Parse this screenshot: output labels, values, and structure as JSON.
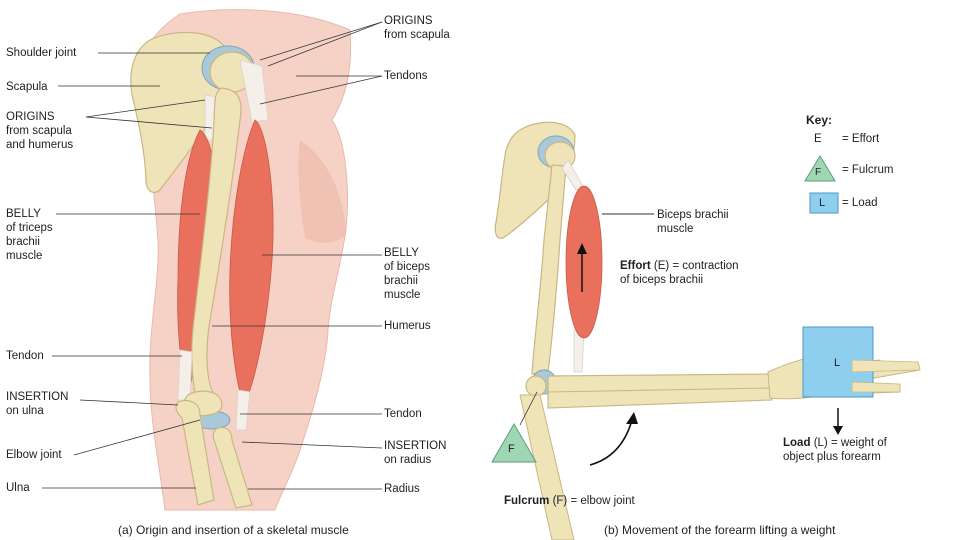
{
  "panel_a": {
    "caption": "(a) Origin and insertion of a skeletal muscle",
    "labels": {
      "shoulder_joint": "Shoulder joint",
      "scapula": "Scapula",
      "origins_scapula_humerus_1": "ORIGINS",
      "origins_scapula_humerus_2": "from scapula",
      "origins_scapula_humerus_3": "and humerus",
      "belly_triceps_1": "BELLY",
      "belly_triceps_2": "of triceps",
      "belly_triceps_3": "brachii",
      "belly_triceps_4": "muscle",
      "tendon_left": "Tendon",
      "insertion_ulna_1": "INSERTION",
      "insertion_ulna_2": "on ulna",
      "elbow_joint": "Elbow joint",
      "ulna": "Ulna",
      "origins_scapula_1": "ORIGINS",
      "origins_scapula_2": "from scapula",
      "tendons": "Tendons",
      "belly_biceps_1": "BELLY",
      "belly_biceps_2": "of biceps",
      "belly_biceps_3": "brachii",
      "belly_biceps_4": "muscle",
      "humerus": "Humerus",
      "tendon_right": "Tendon",
      "insertion_radius_1": "INSERTION",
      "insertion_radius_2": "on radius",
      "radius": "Radius"
    }
  },
  "panel_b": {
    "caption": "(b) Movement of the forearm lifting a weight",
    "key": {
      "title": "Key:",
      "effort_letter": "E",
      "effort_text": "= Effort",
      "fulcrum_letter": "F",
      "fulcrum_text": "= Fulcrum",
      "load_letter": "L",
      "load_text": "= Load"
    },
    "labels": {
      "biceps_1": "Biceps brachii",
      "biceps_2": "muscle",
      "effort_bold": "Effort",
      "effort_rest": "(E) = contraction",
      "effort_2": "of biceps brachii",
      "load_bold": "Load",
      "load_rest": "(L) = weight of",
      "load_2": "object plus forearm",
      "fulcrum_bold": "Fulcrum",
      "fulcrum_rest": "(F) = elbow joint",
      "fulcrum_marker": "F",
      "load_marker": "L"
    }
  },
  "colors": {
    "bone": "#efe3b8",
    "bone_stroke": "#c9b783",
    "muscle": "#e8705c",
    "muscle_light": "#f29a86",
    "skin": "#f6d2c6",
    "skin_dark": "#eab7a8",
    "cartilage": "#a9c9d8",
    "fulcrum_fill": "#9fd7b4",
    "load_fill": "#8ecff0"
  }
}
